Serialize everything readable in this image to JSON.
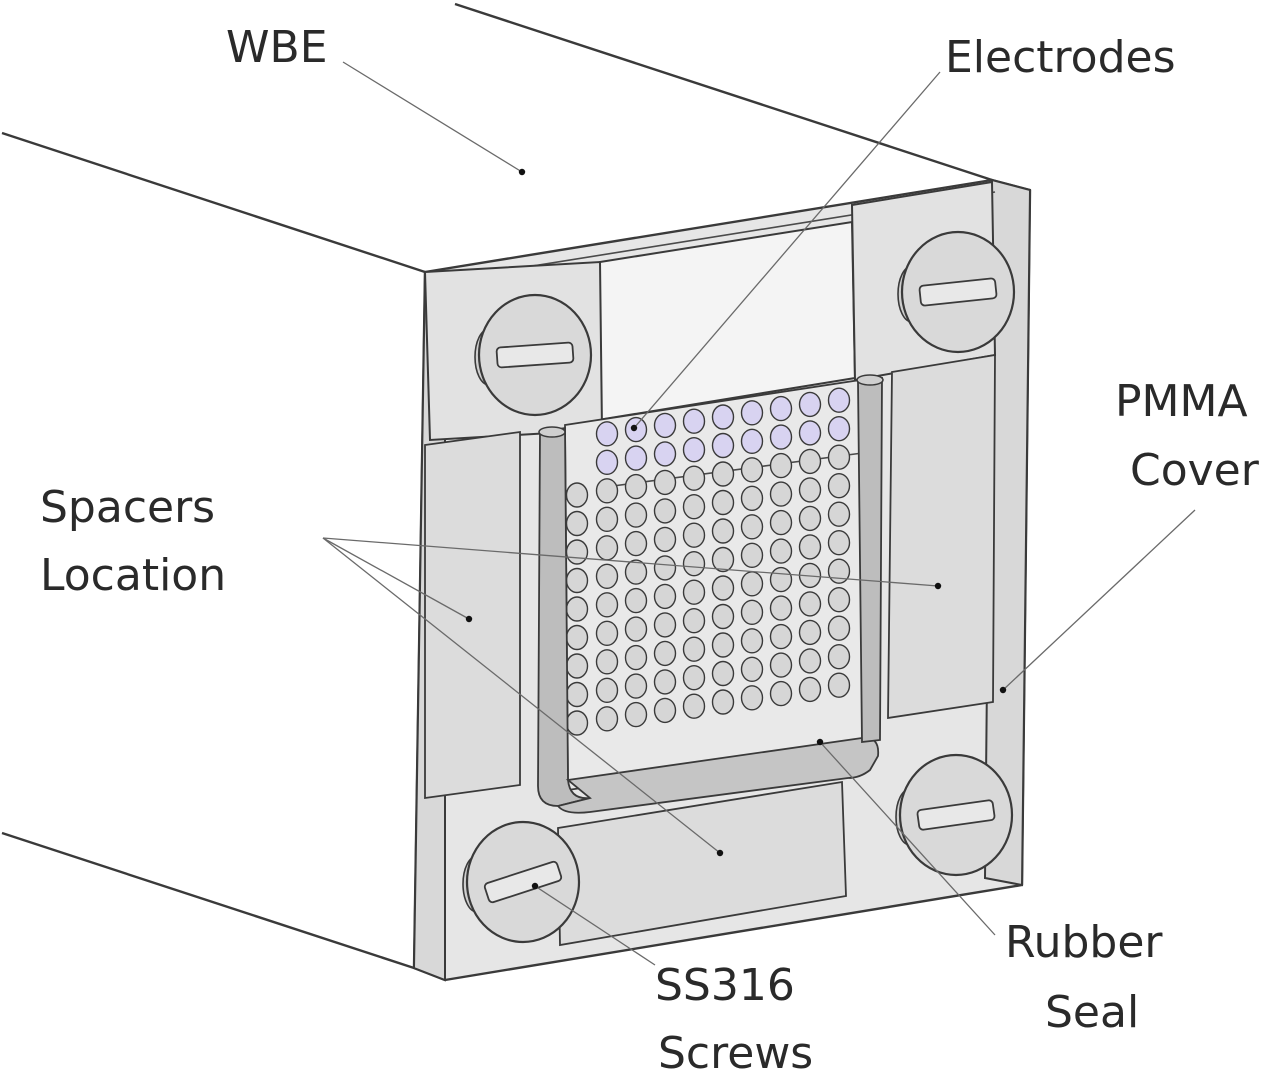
{
  "labels": {
    "wbe": "WBE",
    "electrodes": "Electrodes",
    "pmma_line1": "PMMA",
    "pmma_line2": "Cover",
    "spacers_line1": "Spacers",
    "spacers_line2": "Location",
    "rubber_line1": "Rubber",
    "rubber_line2": "Seal",
    "screws_line1": "SS316",
    "screws_line2": "Screws"
  },
  "colors": {
    "plate": "#e6e6e6",
    "plate_dark": "#d4d4d4",
    "spacer": "#dcdcdc",
    "screw": "#d9d9d9",
    "seal": "#bdbdbd",
    "hole": "#d6d6d6",
    "electrode": "#d8d3f1",
    "line": "#3a3a3a"
  },
  "electrode_grid": {
    "rows": 11,
    "cols": 10,
    "exposed_rows": 2
  }
}
